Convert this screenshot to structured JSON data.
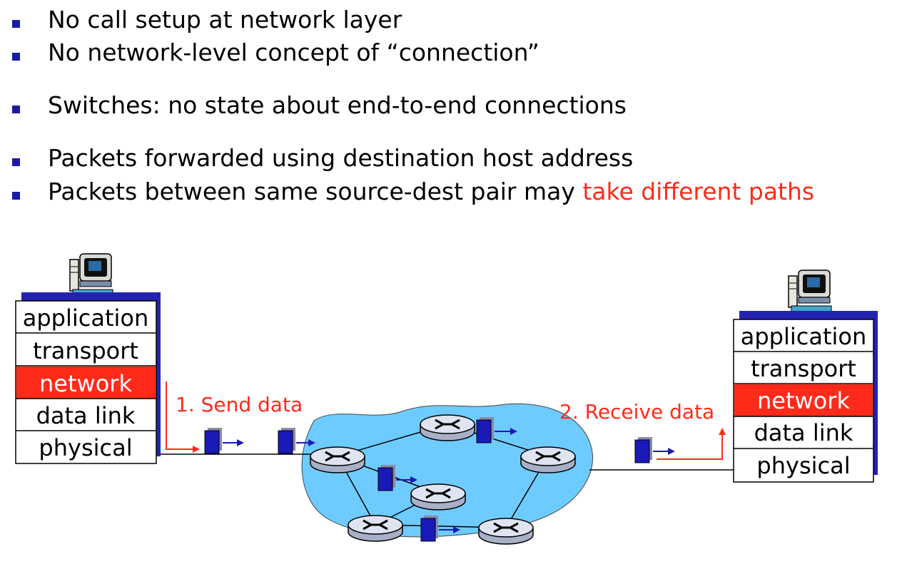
{
  "bullets": [
    {
      "text": "No call setup at network layer",
      "highlight": ""
    },
    {
      "text": "No network-level concept of “connection”",
      "highlight": ""
    },
    {
      "text": "Switches: no state about end-to-end connections",
      "highlight": ""
    },
    {
      "text": "Packets forwarded using destination host address",
      "highlight": ""
    },
    {
      "text": "Packets between same source-dest pair may ",
      "highlight": "take different paths"
    }
  ],
  "sender_stack": [
    "application",
    "transport",
    "network",
    "data link",
    "physical"
  ],
  "receiver_stack": [
    "application",
    "transport",
    "network",
    "data link",
    "physical"
  ],
  "highlighted_layer": "network",
  "labels": {
    "send": "1. Send data",
    "receive": "2. Receive data"
  },
  "colors": {
    "bullet": "#1a1aa8",
    "highlight": "#ff2a1a",
    "network_layer": "#ff2a1a",
    "cloud": "#6ecbff",
    "packet": "#1a1ab8",
    "stack_shadow": "#2323b0"
  }
}
